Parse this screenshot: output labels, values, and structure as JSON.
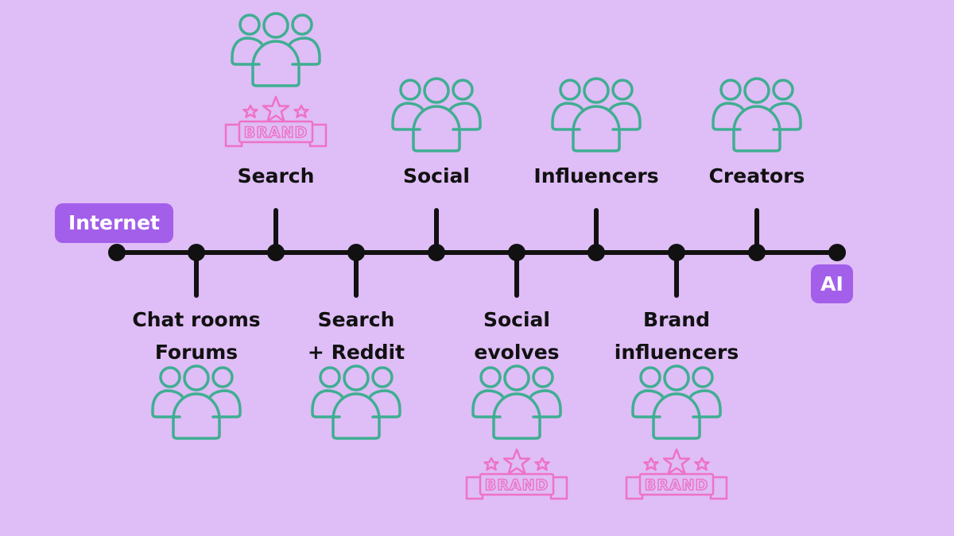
{
  "start_label": "Internet",
  "end_label": "AI",
  "colors": {
    "background": "#dfbdf6",
    "line": "#111111",
    "pill": "#a35fe9",
    "people_icon": "#3fae92",
    "brand_icon": "#ee72c6"
  },
  "events": [
    {
      "lines": [
        "Chat rooms",
        "Forums"
      ],
      "side": "below",
      "icons": [
        "people-icon"
      ]
    },
    {
      "lines": [
        "Search"
      ],
      "side": "above",
      "icons": [
        "people-icon",
        "brand-icon"
      ],
      "brand_text": "BRAND"
    },
    {
      "lines": [
        "Search",
        "+ Reddit"
      ],
      "side": "below",
      "icons": [
        "people-icon"
      ]
    },
    {
      "lines": [
        "Social"
      ],
      "side": "above",
      "icons": [
        "people-icon"
      ]
    },
    {
      "lines": [
        "Social",
        "evolves"
      ],
      "side": "below",
      "icons": [
        "people-icon",
        "brand-icon"
      ],
      "brand_text": "BRAND"
    },
    {
      "lines": [
        "Influencers"
      ],
      "side": "above",
      "icons": [
        "people-icon"
      ]
    },
    {
      "lines": [
        "Brand",
        "influencers"
      ],
      "side": "below",
      "icons": [
        "people-icon",
        "brand-icon"
      ],
      "brand_text": "BRAND"
    },
    {
      "lines": [
        "Creators"
      ],
      "side": "above",
      "icons": [
        "people-icon"
      ]
    }
  ]
}
